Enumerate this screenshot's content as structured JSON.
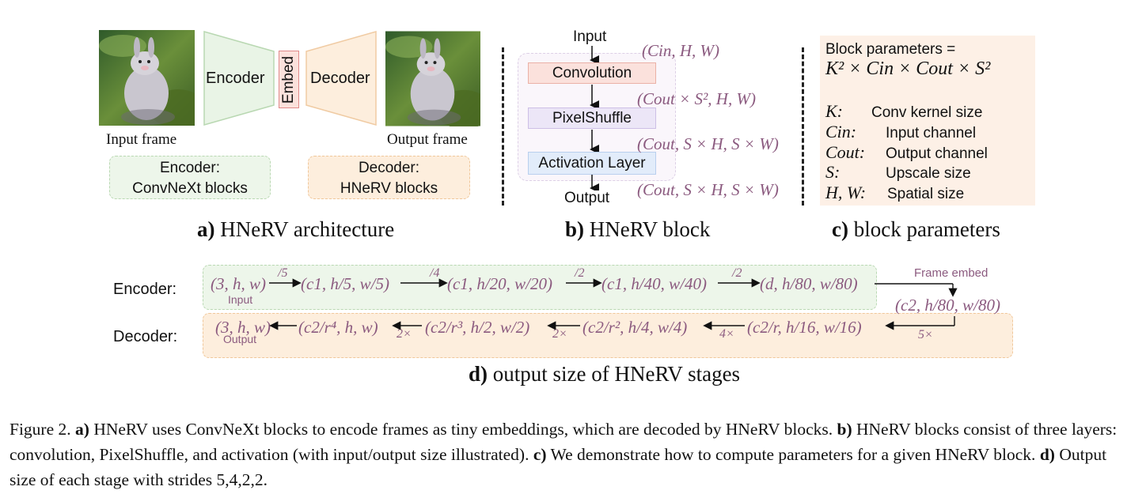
{
  "panel_a": {
    "encoder_label": "Encoder",
    "embed_label": "Embed",
    "decoder_label": "Decoder",
    "input_frame_label": "Input frame",
    "output_frame_label": "Output frame",
    "encoder_note_line1": "Encoder:",
    "encoder_note_line2": "ConvNeXt blocks",
    "decoder_note_line1": "Decoder:",
    "decoder_note_line2": "HNeRV blocks",
    "title_letter": "a)",
    "title_text": "HNeRV architecture"
  },
  "panel_b": {
    "input_label": "Input",
    "conv_label": "Convolution",
    "pixelshuffle_label": "PixelShuffle",
    "activation_label": "Activation Layer",
    "output_label": "Output",
    "size1": "(Cin, H, W)",
    "size2": "(Cout × S², H, W)",
    "size3": "(Cout, S × H, S × W)",
    "size4": "(Cout, S × H, S × W)",
    "title_letter": "b)",
    "title_text": "HNeRV block"
  },
  "panel_c": {
    "header": "Block parameters =",
    "formula": "K² × Cin × Cout × S²",
    "defs": [
      {
        "sym": "K:",
        "desc": "Conv kernel size"
      },
      {
        "sym": "Cin:",
        "desc": "Input channel"
      },
      {
        "sym": "Cout:",
        "desc": "Output channel"
      },
      {
        "sym": "S:",
        "desc": "Upscale size"
      },
      {
        "sym": "H, W:",
        "desc": "Spatial size"
      }
    ],
    "title_letter": "c)",
    "title_text": "block parameters"
  },
  "panel_d": {
    "encoder_row_label": "Encoder:",
    "decoder_row_label": "Decoder:",
    "enc_sizes": [
      "(3, h, w)",
      "(c1, h/5, w/5)",
      "(c1, h/20, w/20)",
      "(c1, h/40, w/40)",
      "(d, h/80, w/80)"
    ],
    "enc_strides": [
      "/5",
      "/4",
      "/2",
      "/2"
    ],
    "input_tag": "Input",
    "frame_embed_label": "Frame embed",
    "embed_size": "(c2, h/80, w/80)",
    "dec_sizes": [
      "(3, h, w)",
      "(c2/r⁴, h, w)",
      "(c2/r³, h/2, w/2)",
      "(c2/r², h/4, w/4)",
      "(c2/r, h/16, w/16)"
    ],
    "dec_scales": [
      "2×",
      "2×",
      "4×",
      "5×"
    ],
    "output_tag": "Output",
    "title_letter": "d)",
    "title_text": "output size of HNeRV stages"
  },
  "caption": {
    "fig": "Figure 2.",
    "a_letter": "a)",
    "a_text": "HNeRV uses ConvNeXt blocks to encode frames as tiny embeddings, which are decoded by HNeRV blocks.",
    "b_letter": "b)",
    "b_text": "HNeRV blocks consist of three layers: convolution, PixelShuffle, and activation (with input/output size illustrated).",
    "c_letter": "c)",
    "c_text": "We demonstrate how to compute parameters for a given HNeRV block.",
    "d_letter": "d)",
    "d_text": "Output size of each stage with strides 5,4,2,2."
  },
  "colors": {
    "encoder_green": "#e9f4e6",
    "decoder_orange": "#fdeedd",
    "conv_red": "#fbe1dc",
    "pixelshuffle_purple": "#ece6f7",
    "activation_blue": "#e2ecfa",
    "math_purple": "#8b5a7f",
    "params_bg": "#fdf0e6"
  }
}
